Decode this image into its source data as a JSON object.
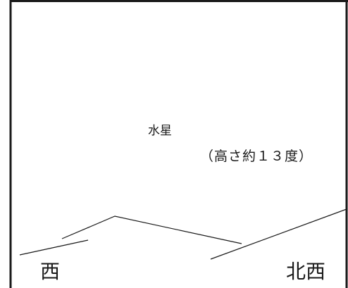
{
  "scene": {
    "planet_label": "水星",
    "altitude_label": "（高さ約１３度）",
    "directions": {
      "west": "西",
      "northwest": "北西"
    },
    "colors": {
      "line": "#1a1a1a",
      "background": "#ffffff"
    }
  }
}
